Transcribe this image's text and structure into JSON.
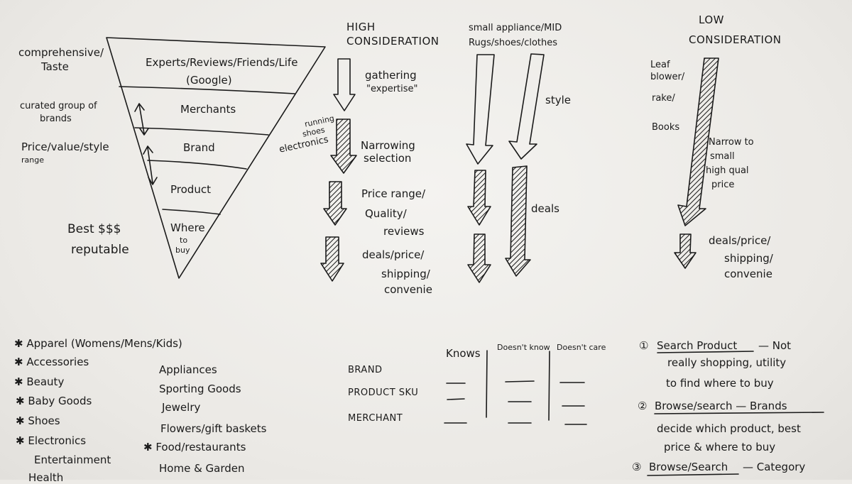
{
  "funnel": {
    "side_labels": {
      "comprehensive": "comprehensive/",
      "taste": "Taste",
      "curated_1": "curated group of",
      "curated_2": "brands",
      "price": "Price/value/style",
      "range": "range",
      "best": "Best $$$",
      "reputable": "reputable"
    },
    "levels": {
      "experts": "Experts/Reviews/Friends/Life",
      "google": "(Google)",
      "merchants": "Merchants",
      "brand": "Brand",
      "product": "Product",
      "where": "Where",
      "to": "to",
      "buy": "buy"
    }
  },
  "high": {
    "heading_1": "HIGH",
    "heading_2": "CONSIDERATION",
    "gathering_1": "gathering",
    "gathering_2": "\"expertise\"",
    "side_1": "running",
    "side_2": "shoes",
    "side_3": "electronics",
    "narrowing_1": "Narrowing",
    "narrowing_2": "selection",
    "price_1": "Price range/",
    "price_2": "Quality/",
    "price_3": "reviews",
    "deals_1": "deals/price/",
    "deals_2": "shipping/",
    "deals_3": "convenie"
  },
  "mid": {
    "heading_1": "small appliance/MID",
    "heading_2": "Rugs/shoes/clothes",
    "style": "style",
    "deals": "deals"
  },
  "low": {
    "heading_1": "LOW",
    "heading_2": "CONSIDERATION",
    "items_1": "Leaf",
    "items_2": "blower/",
    "items_3": "rake/",
    "items_4": "Books",
    "narrow_1": "Narrow to",
    "narrow_2": "small",
    "narrow_3": "high qual",
    "narrow_4": "price",
    "deals_1": "deals/price/",
    "deals_2": "shipping/",
    "deals_3": "convenie"
  },
  "categories": {
    "left": [
      "Apparel (Womens/Mens/Kids)",
      "Accessories",
      "Beauty",
      "Baby Goods",
      "Shoes",
      "Electronics",
      "Entertainment",
      "Health"
    ],
    "right": [
      "Appliances",
      "Sporting Goods",
      "Jewelry",
      "Flowers/gift baskets",
      "Food/restaurants",
      "Home & Garden"
    ]
  },
  "matrix": {
    "columns": [
      "Knows",
      "Doesn't know",
      "Doesn't care"
    ],
    "rows": [
      "BRAND",
      "PRODUCT SKU",
      "MERCHANT"
    ]
  },
  "modes": {
    "m1_num": "①",
    "m1_title": "Search Product",
    "m1_rest": "— Not",
    "m1_l2": "really shopping, utility",
    "m1_l3": "to find where to buy",
    "m2_num": "②",
    "m2_title": "Browse/search — Brands",
    "m2_l2": "decide which product, best",
    "m2_l3": "price & where to buy",
    "m3_num": "③",
    "m3_title": "Browse/Search",
    "m3_rest": "— Category"
  },
  "colors": {
    "ink": "#1a1a1a",
    "paper": "#f2f1ee"
  }
}
